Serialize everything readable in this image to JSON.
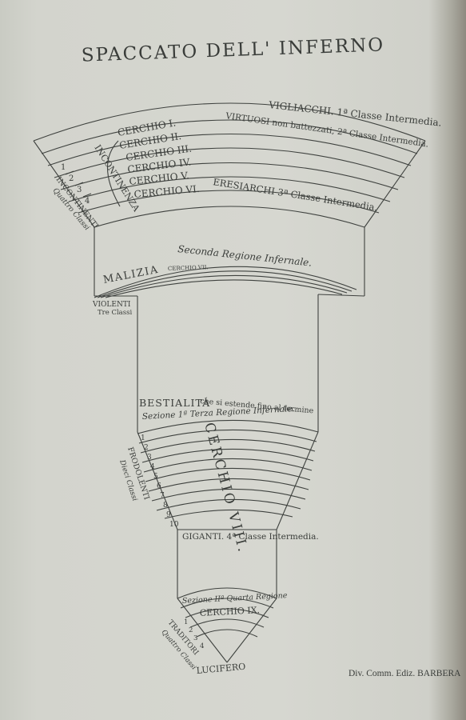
{
  "title": "SPACCATO DELL' INFERNO",
  "credit": "Div. Comm. Ediz. BARBERA",
  "upper_hell": {
    "circles": [
      "CERCHIO I.",
      "CERCHIO II.",
      "CERCHIO III.",
      "CERCHIO IV.",
      "CERCHIO V.",
      "CERCHIO VI."
    ],
    "vigliacchi": "VIGLIACCHI. 1ª Classe Intermedia.",
    "virtuosi": "VIRTUOSI non battezzati, 2ª Classe Intermedia.",
    "eresiarchi": "ERESIARCHI 3ª Classe Intermedia.",
    "incontinenza": "INCONTINENZA",
    "class_numbers": [
      "1",
      "2",
      "3",
      "4"
    ],
    "incontinenti": "INCONTINENTI",
    "quattro_classi": "Quattro Classi"
  },
  "malizia": {
    "label": "MALIZIA",
    "region": "Seconda Regione Infernale.",
    "cerchio": "CERCHIO VII."
  },
  "violenti": {
    "label": "VIOLENTI",
    "classes": "Tre Classi"
  },
  "bestialita": {
    "label": "BESTIALITÁ",
    "note": "che si estende fino al termine",
    "region": "Sezione 1ª Terza Regione Infernale."
  },
  "cerchio_viii": {
    "label": "CERCHIO VIII.",
    "bolge": [
      "1",
      "2",
      "3",
      "4",
      "5",
      "6",
      "7",
      "8",
      "9",
      "10"
    ],
    "frodolenti": "FRODOLENTI",
    "dieci_classi": "Dieci Classi"
  },
  "giganti": "GIGANTI. 4ª Classe Intermedia.",
  "lower": {
    "region": "Sezione IIª Quarta Regione",
    "cerchio": "CERCHIO IX.",
    "classes": [
      "1",
      "2",
      "3",
      "4"
    ],
    "traditori": "TRADITORI",
    "quattro_classi": "Quattro Classi"
  },
  "lucifero": "LUCIFERO"
}
